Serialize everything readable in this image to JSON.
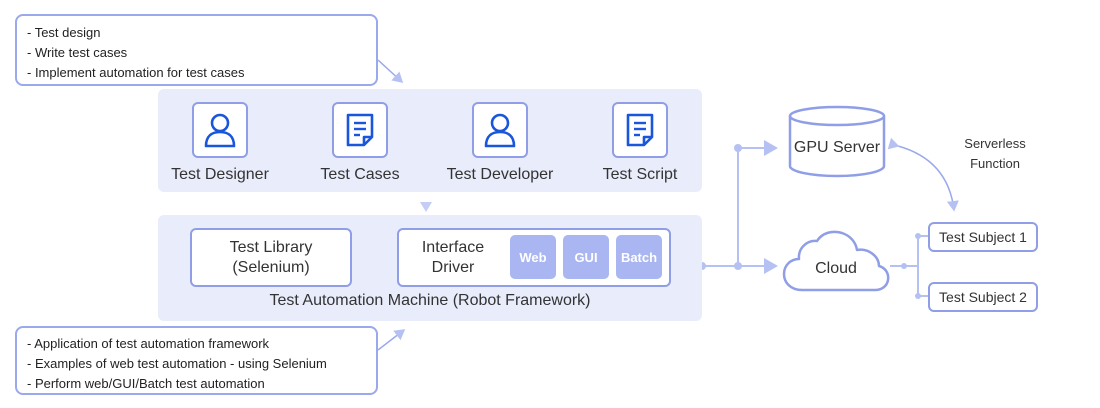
{
  "top_note": {
    "lines": [
      "- Test design",
      "- Write test cases",
      "- Implement automation for test cases"
    ]
  },
  "workflow": {
    "steps": [
      {
        "label": "Test Designer",
        "icon": "user-icon"
      },
      {
        "label": "Test Cases",
        "icon": "document-icon"
      },
      {
        "label": "Test Developer",
        "icon": "user-icon"
      },
      {
        "label": "Test Script",
        "icon": "document-icon"
      }
    ]
  },
  "machine": {
    "title": "Test Automation Machine (Robot Framework)",
    "library": {
      "line1": "Test Library",
      "line2": "(Selenium)"
    },
    "driver": {
      "line1": "Interface",
      "line2": "Driver"
    },
    "tags": [
      "Web",
      "GUI",
      "Batch"
    ]
  },
  "bottom_note": {
    "lines": [
      "- Application of test automation framework",
      "- Examples of web test automation - using Selenium",
      "- Perform web/GUI/Batch test automation"
    ]
  },
  "gpu_server": {
    "label": "GPU Server"
  },
  "cloud": {
    "label": "Cloud"
  },
  "serverless": {
    "line1": "Serverless",
    "line2": "Function"
  },
  "subjects": [
    "Test Subject 1",
    "Test Subject 2"
  ],
  "colors": {
    "accent": "#1a56db",
    "border": "#8f9ee6",
    "panel": "#e9edfb",
    "tag": "#a9b6f1",
    "connector": "#a9b6f1"
  }
}
